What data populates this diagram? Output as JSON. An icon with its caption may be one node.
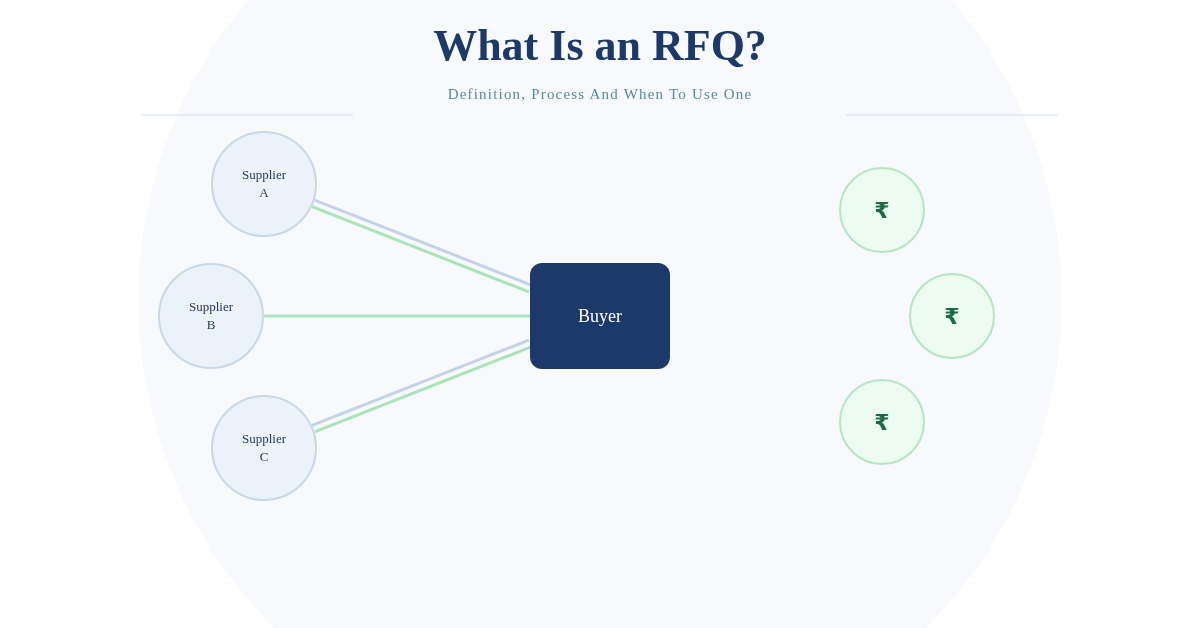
{
  "diagram": {
    "title": "What Is an RFQ?",
    "nodes": [
      {
        "text": [
          "Supplier A"
        ]
      },
      {
        "text": [
          "Supplier B"
        ]
      },
      {
        "text": [
          "Supplier C"
        ]
      },
      {
        "text": [
          "Buyer"
        ]
      },
      {
        "text": [
          "₹"
        ]
      },
      {
        "text": [
          "₹"
        ]
      },
      {
        "text": [
          "₹"
        ]
      }
    ],
    "edges": [
      {
        "from": 0,
        "to": 3,
        "arrow": "none",
        "color": "#c5d3e8"
      },
      {
        "from": 0,
        "to": 3,
        "arrow": "none"
      },
      {
        "from": 1,
        "to": 3,
        "arrow": "none"
      },
      {
        "from": 2,
        "to": 3,
        "arrow": "none",
        "color": "#c5d3e8"
      },
      {
        "from": 2,
        "to": 3,
        "arrow": "none"
      }
    ],
    "labels": [
      "Definition, Process And When To Use One"
    ]
  }
}
